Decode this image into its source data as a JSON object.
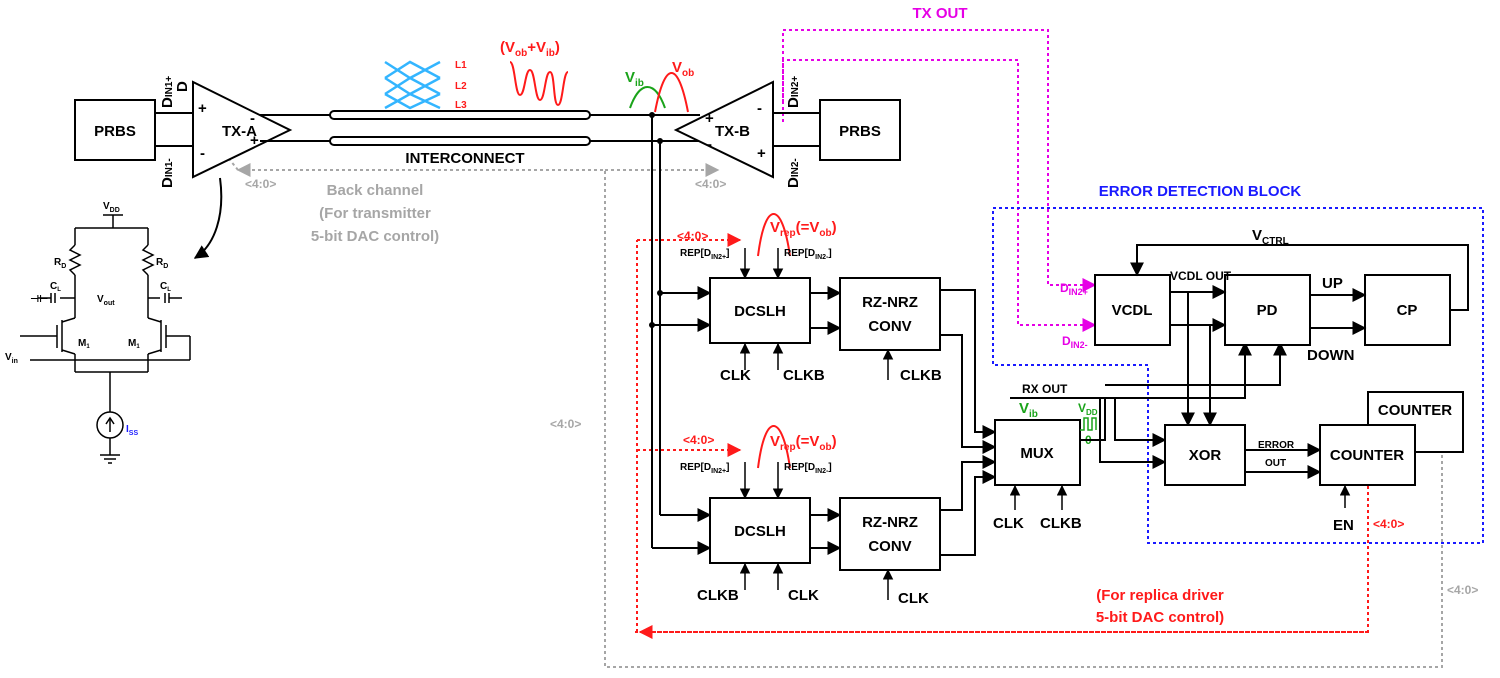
{
  "colors": {
    "red": "#ff1a1a",
    "magenta": "#e600e6",
    "blue": "#1a1aff",
    "gray": "#a6a6a6",
    "green": "#1aa31a",
    "lightblue": "#33b5ff"
  },
  "blocks": {
    "prbs_left": "PRBS",
    "prbs_right": "PRBS",
    "tx_a": "TX-A",
    "tx_b": "TX-B",
    "interconnect": "INTERCONNECT",
    "dcslh_top": "DCSLH",
    "dcslh_bottom": "DCSLH",
    "rznrz_top": [
      "RZ-NRZ",
      "CONV"
    ],
    "rznrz_bottom": [
      "RZ-NRZ",
      "CONV"
    ],
    "mux": "MUX",
    "vcdl": "VCDL",
    "pd": "PD",
    "cp": "CP",
    "xor": "XOR",
    "counter": "COUNTER",
    "counter_label": "COUNTER"
  },
  "labels": {
    "tx_out": "TX OUT",
    "error_block": "ERROR DETECTION BLOCK",
    "back_channel": [
      "Back channel",
      "(For transmitter",
      "5-bit DAC control)"
    ],
    "replica_note": [
      "(For replica driver",
      "5-bit DAC control)"
    ],
    "bus": "<4:0>",
    "vctrl": "V",
    "vctrl_sub": "CTRL",
    "vcdl_out": "VCDL OUT",
    "up": "UP",
    "down": "DOWN",
    "rx_out": "RX OUT",
    "error_out": [
      "ERROR",
      "OUT"
    ],
    "en": "EN",
    "clk": "CLK",
    "clkb": "CLKB",
    "d": "D",
    "din1p_sub": "IN1+",
    "din1m_sub": "IN1-",
    "din2p_sub": "IN2+",
    "din2m_sub": "IN2-",
    "plus": "+",
    "minus": "-",
    "v": "V",
    "vob_sub": "ob",
    "vib_sub": "ib",
    "vrep_sub": "rep",
    "vrep_eq": "(=V",
    "vob_sum_open": "(V",
    "vob_sum_mid": "+V",
    "vob_sum_close": ")",
    "vdd_sub": "DD",
    "l1": "L1",
    "l2": "L2",
    "l3": "L3",
    "rep_top_left": "REP[D",
    "rep_sub_p": "IN2+",
    "rep_sub_m": "IN2-",
    "rep_close": "]",
    "vdd_pulse_zero": "0",
    "circuit_vdd": "V",
    "circuit_vdd_sub": "DD",
    "circuit_rd": "R",
    "circuit_rd_sub": "D",
    "circuit_cl": "C",
    "circuit_cl_sub": "L",
    "circuit_vout": "V",
    "circuit_vout_sub": "out",
    "circuit_vin": "V",
    "circuit_vin_sub": "in",
    "circuit_m": "M",
    "circuit_m_sub": "1",
    "circuit_iss": "I",
    "circuit_iss_sub": "SS"
  }
}
